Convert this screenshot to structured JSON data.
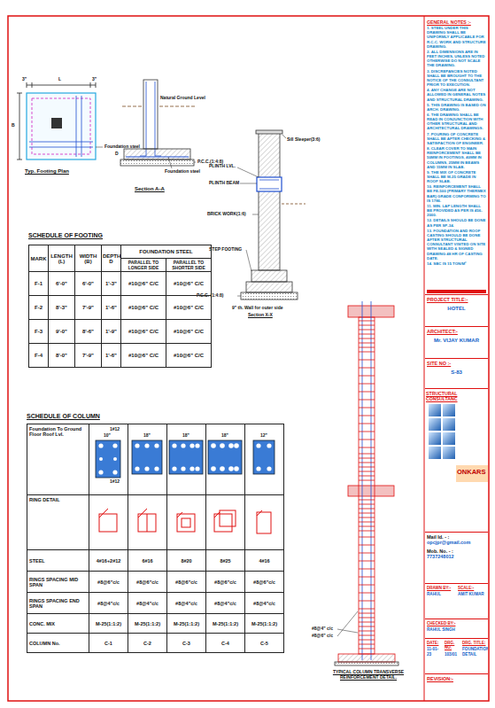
{
  "diagram": {
    "nodes": [
      {
        "text": [
          "GENERAL NOTES :-",
          "1. STEEL UNDER THIS DRAWING SHALL BE UNIFORMLY APPLICABLE FOR R.C.C. WORK AND STRUCTURE DRAWING.",
          "2. ALL DIMENSIONS ARE IN FEET INCHES, UNLESS NOTED OTHERWISE DO NOT SCALE THE DRAWING.",
          "3. DISCREPANCIES NOTED SHALL BE BROUGHT TO THE NOTICE OF THE CONSULTANT PRIOR TO EXECUTION.",
          "4. ANY CHANGE ARE NOT ALLOWED IN GENERAL NOTES AND STRUCTURAL DRAWING.",
          "5. THIS DRAWING IS BASED ON ARCH. DRAWING.",
          "6. THE DRAWING SHALL BE READ IN CONJUNCTION WITH OTHER STRUCTURAL AND ARCHITECTURAL DRAWINGS.",
          "7. POURING OF CONCRETE SHALL BE AFTER CHECKING & SATISFACTION OF ENGINEER.",
          "8. CLEAR COVER TO MAIN REINFORCEMENT SHALL BE 50MM IN FOOTINGS, 40MM IN COLUMNS, 25MM IN BEAMS AND 15MM IN SLAB.",
          "9. THE MIX OF CONCRETE SHALL BE M-25 GRADE IN ROOF SLAB.",
          "10. REINFORCEMENT SHALL BE FE-500 (PRIMARY THERMEX BAR) GRADE CONFORMING TO IS 1786.",
          "11. MIN. LAP LENGTH SHALL BE PROVIDED AS PER IS 456-2000.",
          "12. DETAILS SHOULD BE DONE AS PER SP-34.",
          "13. FOUNDATION AND ROOF CASTING SHOULD BE DONE AFTER STRUCTURAL CONSULTANT VISITED ON SITE WITH SEALED & SIGNED DRAWING 48 HR OF CASTING DATE.",
          "14. SBC IS 15 TON/M²"
        ]
      },
      {
        "text": [
          "PROJECT TITLE:-",
          "HOTEL"
        ]
      },
      {
        "text": [
          "ARCHITECT:-",
          "Mr. VIJAY KUMAR"
        ]
      },
      {
        "text": [
          "SITE NO :-",
          "S-83"
        ]
      },
      {
        "text": [
          "STRUCTURAL CONSULTANC",
          "ONKARS"
        ]
      },
      {
        "text": [
          "Mail Id. - :",
          "opcjpr@gmail.com",
          "Mob. No. - :",
          "7737248012"
        ]
      },
      {
        "text": [
          "DRAWN BY:-",
          "RAHUL"
        ]
      },
      {
        "text": [
          "SCALE:-",
          "AMIT KUMAR"
        ]
      },
      {
        "text": [
          "CHECKED BY:-",
          "RAHUL SINGH"
        ]
      },
      {
        "text": [
          "DATE:",
          "11-01-23"
        ]
      },
      {
        "text": [
          "DRG. NO.",
          "103/01"
        ]
      },
      {
        "text": [
          "DRG. TITLE:",
          "FOUNDATION DETAIL"
        ]
      },
      {
        "text": [
          "REVISION:-"
        ]
      }
    ],
    "labels": [
      "L",
      "3\"",
      "3\"",
      "B",
      "Foundation steel",
      "Typ. Footing Plan",
      "Natural Ground Level",
      "P.C.C.(1:4:8)",
      "Foundation steel",
      "Section A-A",
      "D",
      "Sill Sleeper(3:6)",
      "PLINTH LVL.",
      "PLINTH BEAM",
      "BRICK WORK(1:6)",
      "STEP FOOTING",
      "P.C.C. (1:4:8)",
      "9\" th. Wall for outer side",
      "Section X-X",
      "SCHEDULE OF FOOTING",
      "MARK",
      "LENGTH (L)",
      "WIDTH (B)",
      "DEPTH D",
      "FOUNDATION STEEL",
      "PARALLEL TO LONGER SIDE",
      "PARALLEL TO SHORTER SIDE",
      "F-1",
      "6'-0\"",
      "6'-0\"",
      "1'-3\"",
      "#10@6\" C/C",
      "#10@6\" C/C",
      "F-2",
      "8'-3\"",
      "7'-9\"",
      "1'-6\"",
      "#10@6\" C/C",
      "#10@6\" C/C",
      "F-3",
      "9'-0\"",
      "8'-6\"",
      "1'-9\"",
      "#10@6\" C/C",
      "#10@6\" C/C",
      "F-4",
      "8'-0\"",
      "7'-9\"",
      "1'-6\"",
      "#10@6\" C/C",
      "#10@6\" C/C",
      "SCHEDULE OF COLUMN",
      "Foundation To Ground Floor Roof Lvl.",
      "1#12",
      "10\"",
      "1#12",
      "18\"",
      "18\"",
      "18\"",
      "12\"",
      "RING DETAIL",
      "STEEL",
      "4#16+2#12",
      "6#16",
      "8#20",
      "8#25",
      "4#16",
      "RINGS SPACING MID SPAN",
      "#8@6\"c/c",
      "#8@6\"c/c",
      "#8@6\"c/c",
      "#8@6\"c/c",
      "#8@6\"c/c",
      "RINGS SPACING END SPAN",
      "#8@4\"c/c",
      "#8@4\"c/c",
      "#8@4\"c/c",
      "#8@4\"c/c",
      "#8@4\"c/c",
      "CONC. MIX",
      "M-25(1:1:2)",
      "M-25(1:1:2)",
      "M-25(1:1:2)",
      "M-25(1:1:2)",
      "M-25(1:1:2)",
      "COLUMN No.",
      "C-1",
      "C-2",
      "C-3",
      "C-4",
      "C-5",
      "#8@4\" c/c",
      "#8@6\" c/c",
      "TYPICAL COLUMN TRANSVERSE REINFORCEMENT DETAIL."
    ]
  }
}
